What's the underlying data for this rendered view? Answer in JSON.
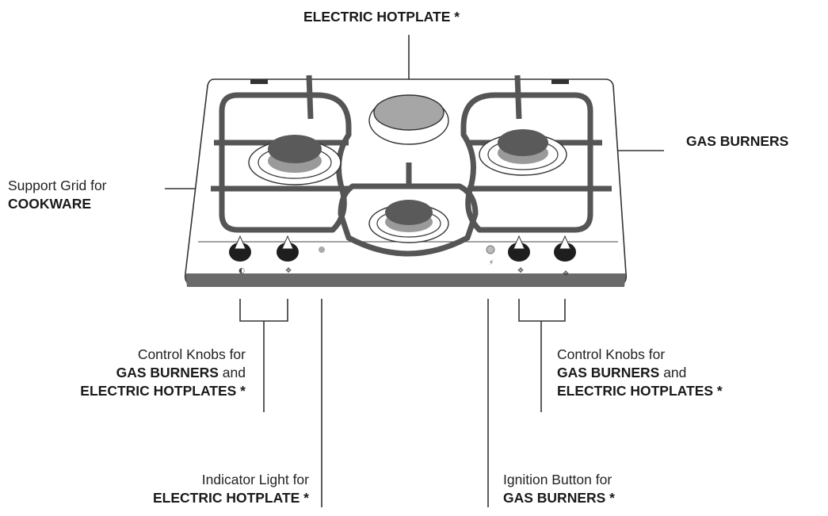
{
  "labels": {
    "electric_hotplate_top": {
      "bold": "ELECTRIC HOTPLATE *"
    },
    "gas_burners_right": {
      "bold": "GAS BURNERS"
    },
    "support_grid": {
      "line1": "Support Grid for",
      "bold": "COOKWARE"
    },
    "control_knobs_left": {
      "line1": "Control Knobs for",
      "bold1": "GAS BURNERS",
      "and": " and",
      "bold2": "ELECTRIC HOTPLATES *"
    },
    "indicator_light": {
      "line1": "Indicator Light for",
      "bold": "ELECTRIC HOTPLATE *"
    },
    "ignition_button": {
      "line1": "Ignition Button for",
      "bold": "GAS BURNERS *"
    },
    "control_knobs_right": {
      "line1": "Control Knobs for",
      "bold1": "GAS BURNERS",
      "and": " and",
      "bold2": "ELECTRIC HOTPLATES *"
    }
  },
  "colors": {
    "line": "#333333",
    "grid": "#555555",
    "burner_cap": "#5a5a5a",
    "burner_ring": "#9a9a9a",
    "hotplate": "#a6a6a6",
    "knob": "#1e1e1e"
  }
}
